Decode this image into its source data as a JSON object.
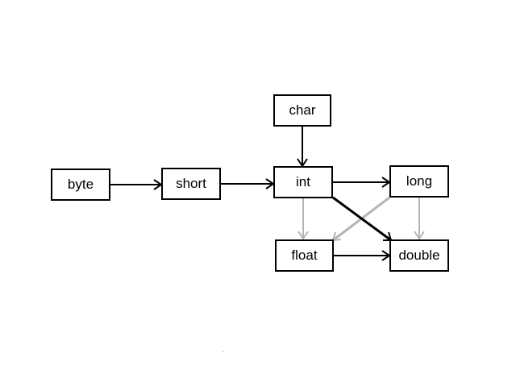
{
  "colors": {
    "widening_exact": "#000000",
    "widening_lossy": "#b5b5b5",
    "node_border": "#000000",
    "background": "#ffffff"
  },
  "nodes": {
    "byte": "byte",
    "short": "short",
    "char": "char",
    "int": "int",
    "long": "long",
    "float": "float",
    "double": "double"
  },
  "edges": [
    {
      "from": "byte",
      "to": "short",
      "style": "solid-black"
    },
    {
      "from": "short",
      "to": "int",
      "style": "solid-black"
    },
    {
      "from": "char",
      "to": "int",
      "style": "solid-black"
    },
    {
      "from": "int",
      "to": "long",
      "style": "solid-black"
    },
    {
      "from": "int",
      "to": "double",
      "style": "solid-black"
    },
    {
      "from": "float",
      "to": "double",
      "style": "solid-black"
    },
    {
      "from": "int",
      "to": "float",
      "style": "gray"
    },
    {
      "from": "long",
      "to": "float",
      "style": "gray"
    },
    {
      "from": "long",
      "to": "double",
      "style": "gray"
    }
  ]
}
